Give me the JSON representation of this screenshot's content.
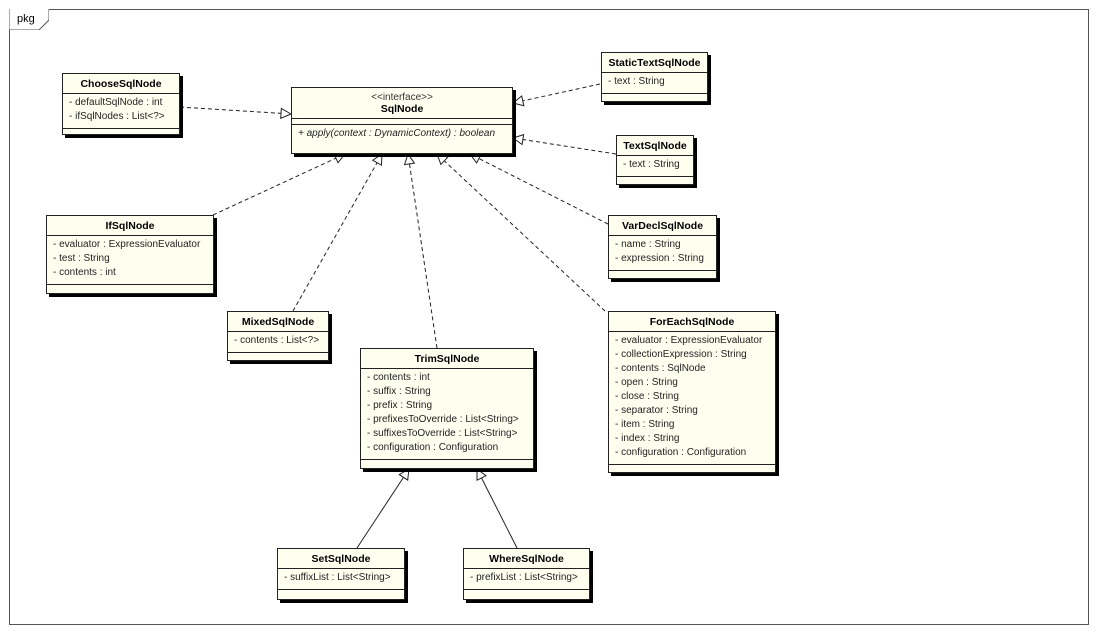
{
  "package_label": "pkg",
  "interface": {
    "stereotype": "<<interface>>",
    "name": "SqlNode",
    "operation": "+ apply(context : DynamicContext) : boolean"
  },
  "classes": {
    "choose": {
      "name": "ChooseSqlNode",
      "attrs": [
        "- defaultSqlNode : int",
        "- ifSqlNodes : List<?>"
      ]
    },
    "statictext": {
      "name": "StaticTextSqlNode",
      "attrs": [
        "- text : String"
      ]
    },
    "text": {
      "name": "TextSqlNode",
      "attrs": [
        "- text : String"
      ]
    },
    "ifnode": {
      "name": "IfSqlNode",
      "attrs": [
        "- evaluator : ExpressionEvaluator",
        "- test : String",
        "- contents : int"
      ]
    },
    "vardecl": {
      "name": "VarDeclSqlNode",
      "attrs": [
        "- name : String",
        "- expression : String"
      ]
    },
    "mixed": {
      "name": "MixedSqlNode",
      "attrs": [
        "- contents : List<?>"
      ]
    },
    "trim": {
      "name": "TrimSqlNode",
      "attrs": [
        "- contents : int",
        "- suffix : String",
        "- prefix : String",
        "- prefixesToOverride : List<String>",
        "- suffixesToOverride : List<String>",
        "- configuration : Configuration"
      ]
    },
    "foreach": {
      "name": "ForEachSqlNode",
      "attrs": [
        "- evaluator : ExpressionEvaluator",
        "- collectionExpression : String",
        "- contents : SqlNode",
        "- open : String",
        "- close : String",
        "- separator : String",
        "- item : String",
        "- index : String",
        "- configuration : Configuration"
      ]
    },
    "set": {
      "name": "SetSqlNode",
      "attrs": [
        "- suffixList : List<String>"
      ]
    },
    "where": {
      "name": "WhereSqlNode",
      "attrs": [
        "- prefixList : List<String>"
      ]
    }
  },
  "colors": {
    "box_fill": "#fffff0",
    "line": "#222222"
  }
}
